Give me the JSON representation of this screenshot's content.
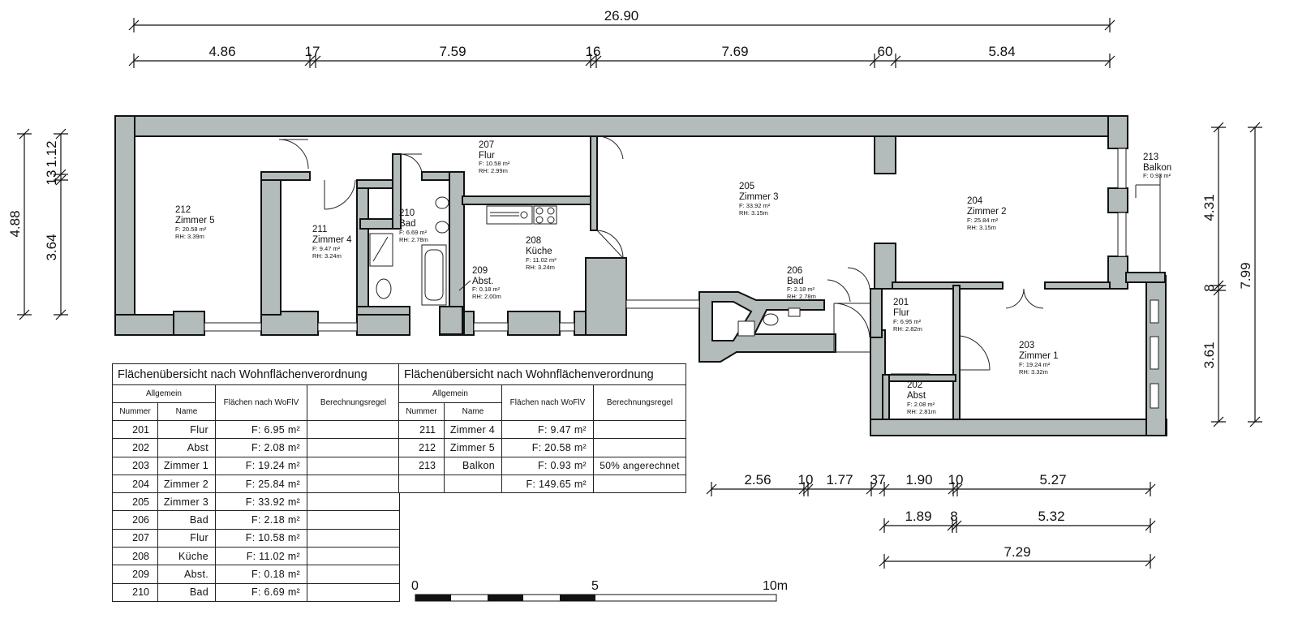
{
  "dimensions": {
    "top_overall": "26.90",
    "top_segments": [
      "4.86",
      "17",
      "7.59",
      "16",
      "7.69",
      "60",
      "5.84"
    ],
    "left_outer": "4.88",
    "left_parts": [
      "13",
      "1.12",
      "3.64"
    ],
    "right_outer": "7.99",
    "right_parts": [
      "4.31",
      "8",
      "3.61"
    ],
    "bottom_row1": [
      "2.56",
      "10",
      "1.77",
      "37",
      "1.90",
      "10",
      "5.27"
    ],
    "bottom_row2": [
      "1.89",
      "8",
      "5.32"
    ],
    "bottom_row3": "7.29"
  },
  "rooms": [
    {
      "id": "r201",
      "number": "201",
      "name": "Flur",
      "area": "F:  6.95  m²",
      "height": "RH:  2.82m"
    },
    {
      "id": "r202",
      "number": "202",
      "name": "Abst",
      "area": "F:  2.08  m²",
      "height": "RH:  2.81m"
    },
    {
      "id": "r203",
      "number": "203",
      "name": "Zimmer 1",
      "area": "F:  19.24  m²",
      "height": "RH:  3.32m"
    },
    {
      "id": "r204",
      "number": "204",
      "name": "Zimmer 2",
      "area": "F:  25.84  m²",
      "height": "RH:  3.15m"
    },
    {
      "id": "r205",
      "number": "205",
      "name": "Zimmer 3",
      "area": "F:  33.92  m²",
      "height": "RH:  3.15m"
    },
    {
      "id": "r206",
      "number": "206",
      "name": "Bad",
      "area": "F:  2.18  m²",
      "height": "RH:  2.78m"
    },
    {
      "id": "r207",
      "number": "207",
      "name": "Flur",
      "area": "F:  10.58  m²",
      "height": "RH:  2.99m"
    },
    {
      "id": "r208",
      "number": "208",
      "name": "Küche",
      "area": "F:  11.02  m²",
      "height": "RH:  3.24m"
    },
    {
      "id": "r209",
      "number": "209",
      "name": "Abst.",
      "area": "F:  0.18  m²",
      "height": "RH:  2.00m"
    },
    {
      "id": "r210",
      "number": "210",
      "name": "Bad",
      "area": "F:  6.69  m²",
      "height": "RH:  2.78m"
    },
    {
      "id": "r211",
      "number": "211",
      "name": "Zimmer 4",
      "area": "F:  9.47  m²",
      "height": "RH:  3.24m"
    },
    {
      "id": "r212",
      "number": "212",
      "name": "Zimmer 5",
      "area": "F:  20.58  m²",
      "height": "RH:  3.39m"
    },
    {
      "id": "r213",
      "number": "213",
      "name": "Balkon",
      "area": "F:  0.93  m²",
      "height": ""
    }
  ],
  "table1": {
    "title": "Flächenübersicht nach Wohnflächenverordnung",
    "group_header": "Allgemein",
    "col_number": "Nummer",
    "col_name": "Name",
    "col_area": "Flächen nach WoFlV",
    "col_rule": "Berechnungsregel",
    "rows": [
      {
        "number": "201",
        "name": "Flur",
        "area": "F:  6.95  m²",
        "rule": ""
      },
      {
        "number": "202",
        "name": "Abst",
        "area": "F:  2.08  m²",
        "rule": ""
      },
      {
        "number": "203",
        "name": "Zimmer  1",
        "area": "F:  19.24  m²",
        "rule": ""
      },
      {
        "number": "204",
        "name": "Zimmer  2",
        "area": "F:  25.84  m²",
        "rule": ""
      },
      {
        "number": "205",
        "name": "Zimmer  3",
        "area": "F:  33.92  m²",
        "rule": ""
      },
      {
        "number": "206",
        "name": "Bad",
        "area": "F:  2.18  m²",
        "rule": ""
      },
      {
        "number": "207",
        "name": "Flur",
        "area": "F:  10.58  m²",
        "rule": ""
      },
      {
        "number": "208",
        "name": "Küche",
        "area": "F:  11.02  m²",
        "rule": ""
      },
      {
        "number": "209",
        "name": "Abst.",
        "area": "F:  0.18  m²",
        "rule": ""
      },
      {
        "number": "210",
        "name": "Bad",
        "area": "F:  6.69  m²",
        "rule": ""
      }
    ]
  },
  "table2": {
    "title": "Flächenübersicht nach Wohnflächenverordnung",
    "group_header": "Allgemein",
    "col_number": "Nummer",
    "col_name": "Name",
    "col_area": "Flächen nach WoFlV",
    "col_rule": "Berechnungsregel",
    "rows": [
      {
        "number": "211",
        "name": "Zimmer  4",
        "area": "F:  9.47  m²",
        "rule": ""
      },
      {
        "number": "212",
        "name": "Zimmer  5",
        "area": "F:  20.58  m²",
        "rule": ""
      },
      {
        "number": "213",
        "name": "Balkon",
        "area": "F:  0.93  m²",
        "rule": "50%  angerechnet"
      }
    ],
    "total": "F:  149.65  m²"
  },
  "scale": {
    "labels": [
      "0",
      "5",
      "10m"
    ]
  }
}
